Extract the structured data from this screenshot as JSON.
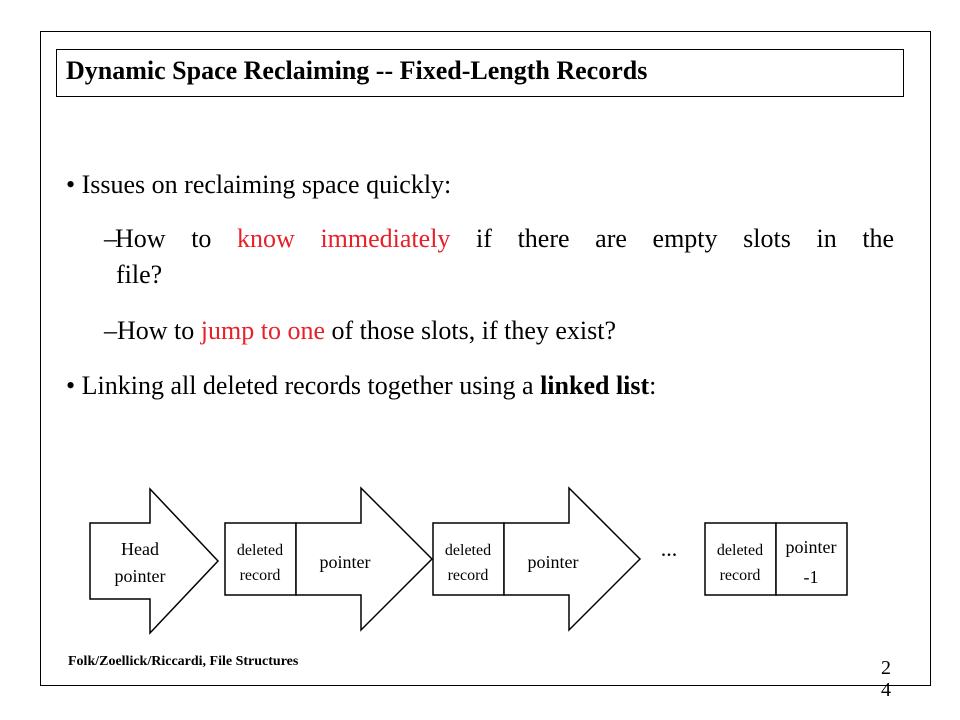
{
  "slide": {
    "title": "Dynamic Space Reclaiming -- Fixed-Length Records",
    "bullet1": {
      "marker": "•",
      "text": "Issues on reclaiming space quickly:"
    },
    "sub1": {
      "dash": "–",
      "words": [
        "How",
        "to",
        "know",
        "immediately",
        "if",
        "there",
        "are",
        "empty",
        "slots",
        "in",
        "the"
      ],
      "continuation": "file?"
    },
    "sub2": {
      "pre": "–How to ",
      "highlight": "jump to one",
      "post": " of those slots, if they exist?"
    },
    "bullet2": {
      "marker": "•",
      "pre": "Linking all deleted records together using a ",
      "bold": "linked list",
      "post": ":"
    },
    "highlight_color": "#e8202a"
  },
  "diagram": {
    "head_line1": "Head",
    "head_line2": "pointer",
    "node1_record_line1": "deleted",
    "node1_record_line2": "record",
    "node1_pointer": "pointer",
    "node2_record_line1": "deleted",
    "node2_record_line2": "record",
    "node2_pointer": "pointer",
    "ellipsis": "...",
    "node3_record_line1": "deleted",
    "node3_record_line2": "record",
    "node3_pointer_line1": "pointer",
    "node3_pointer_line2": "-1"
  },
  "footer": {
    "citation": "Folk/Zoellick/Riccardi, File Structures",
    "page_digit1": "2",
    "page_digit2": "4"
  }
}
